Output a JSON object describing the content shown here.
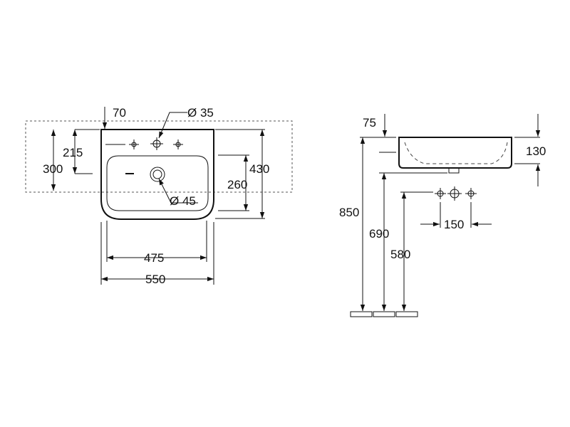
{
  "front_view": {
    "dim_tap_offset": "70",
    "dim_tap_hole": "Ø 35",
    "dim_waste_hole": "Ø 45",
    "dim_215": "215",
    "dim_300": "300",
    "dim_430": "430",
    "dim_260": "260",
    "dim_475": "475",
    "dim_550": "550"
  },
  "side_view": {
    "dim_75": "75",
    "dim_130": "130",
    "dim_150": "150",
    "dim_850": "850",
    "dim_690": "690",
    "dim_580": "580"
  }
}
